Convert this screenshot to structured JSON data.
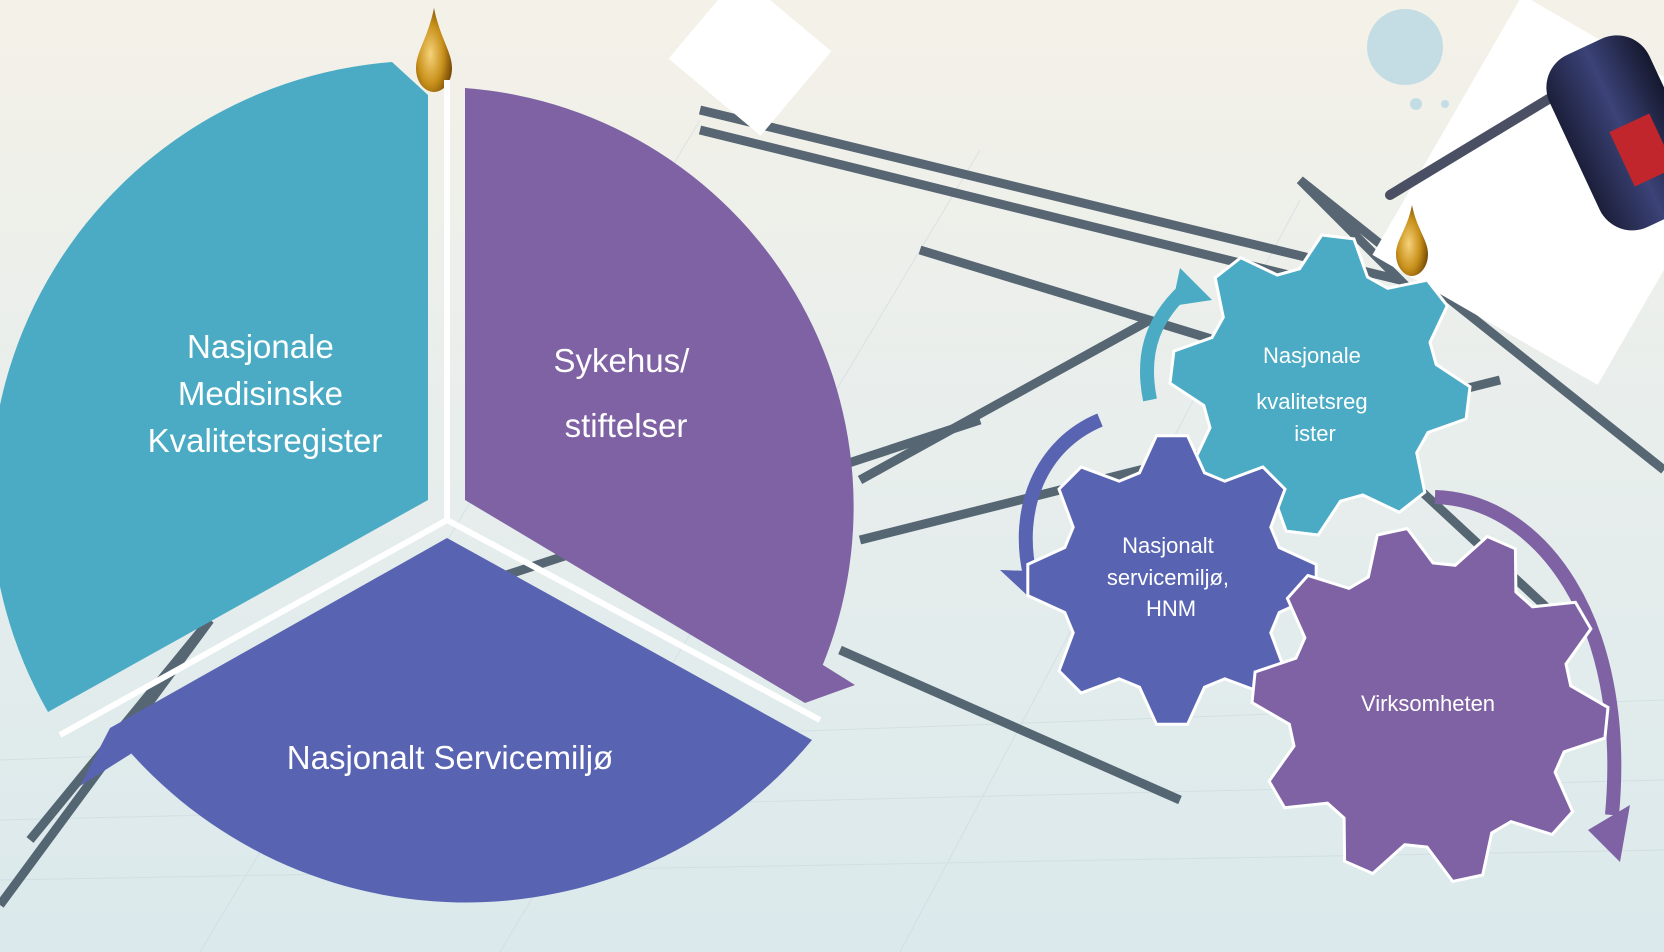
{
  "colors": {
    "teal": "#4BABC4",
    "purple": "#7E62A3",
    "indigo": "#5864B2",
    "oil": "#C8901A",
    "background": "#EEF2F1"
  },
  "cycle": {
    "segments": [
      {
        "id": "registers",
        "lines": [
          "Nasjonale",
          "Medisinske",
          "Kvalitetsregister"
        ],
        "color": "teal"
      },
      {
        "id": "hospitals",
        "lines": [
          "Sykehus/",
          "stiftelser"
        ],
        "color": "purple"
      },
      {
        "id": "service",
        "lines": [
          "Nasjonalt Servicemiljø"
        ],
        "color": "indigo"
      }
    ]
  },
  "gears": [
    {
      "id": "registers",
      "lines": [
        "Nasjonale",
        "kvalitetsreg",
        "ister"
      ],
      "color": "teal"
    },
    {
      "id": "service",
      "lines": [
        "Nasjonalt",
        "servicemiljø,",
        "HNM"
      ],
      "color": "indigo"
    },
    {
      "id": "business",
      "lines": [
        "Virksomheten"
      ],
      "color": "purple"
    }
  ],
  "icons": [
    "oil-drop-icon",
    "oil-can-icon",
    "gear-icon",
    "circular-arrow-icon"
  ]
}
